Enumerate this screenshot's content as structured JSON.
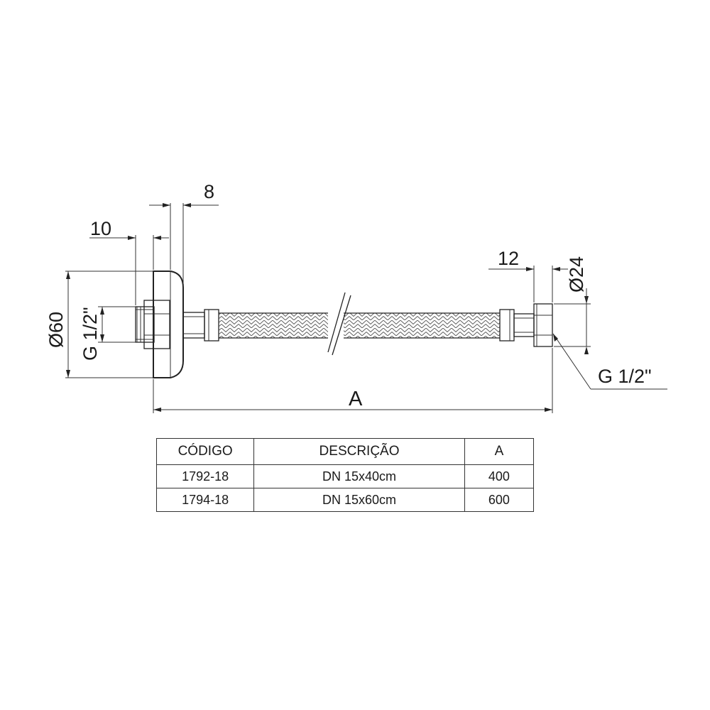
{
  "drawing": {
    "dim_flange_thickness": "8",
    "dim_thread_length_left": "10",
    "dim_nut_length_right": "12",
    "dim_flange_diameter": "Ø60",
    "dim_nut_diameter": "Ø24",
    "thread_left": "G 1/2\"",
    "thread_right": "G 1/2\"",
    "overall_length": "A"
  },
  "table": {
    "headers": [
      "CÓDIGO",
      "DESCRIÇÃO",
      "A"
    ],
    "rows": [
      [
        "1792-18",
        "DN 15x40cm",
        "400"
      ],
      [
        "1794-18",
        "DN 15x60cm",
        "600"
      ]
    ]
  }
}
